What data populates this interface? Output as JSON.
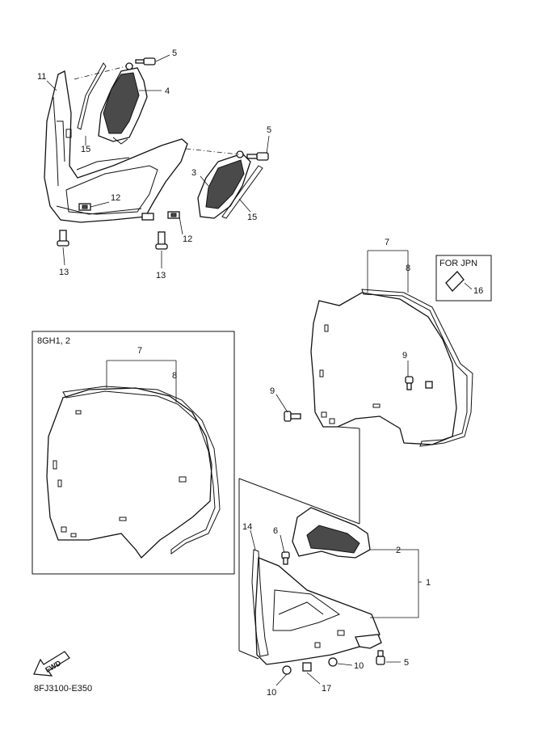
{
  "diagram_code": "8FJ3100-E350",
  "variant_box": {
    "label": "8GH1, 2"
  },
  "jpn_box": {
    "label": "FOR JPN"
  },
  "fwd_badge": {
    "label": "FWD"
  },
  "callouts": {
    "c1": "1",
    "c2": "2",
    "c3": "3",
    "c4": "4",
    "c5a": "5",
    "c5b": "5",
    "c5c": "5",
    "c6": "6",
    "c7a": "7",
    "c7b": "7",
    "c8a": "8",
    "c8b": "8",
    "c9a": "9",
    "c9b": "9",
    "c10a": "10",
    "c10b": "10",
    "c11": "11",
    "c12a": "12",
    "c12b": "12",
    "c13a": "13",
    "c13b": "13",
    "c14": "14",
    "c15a": "15",
    "c15b": "15",
    "c16": "16",
    "c17": "17"
  }
}
